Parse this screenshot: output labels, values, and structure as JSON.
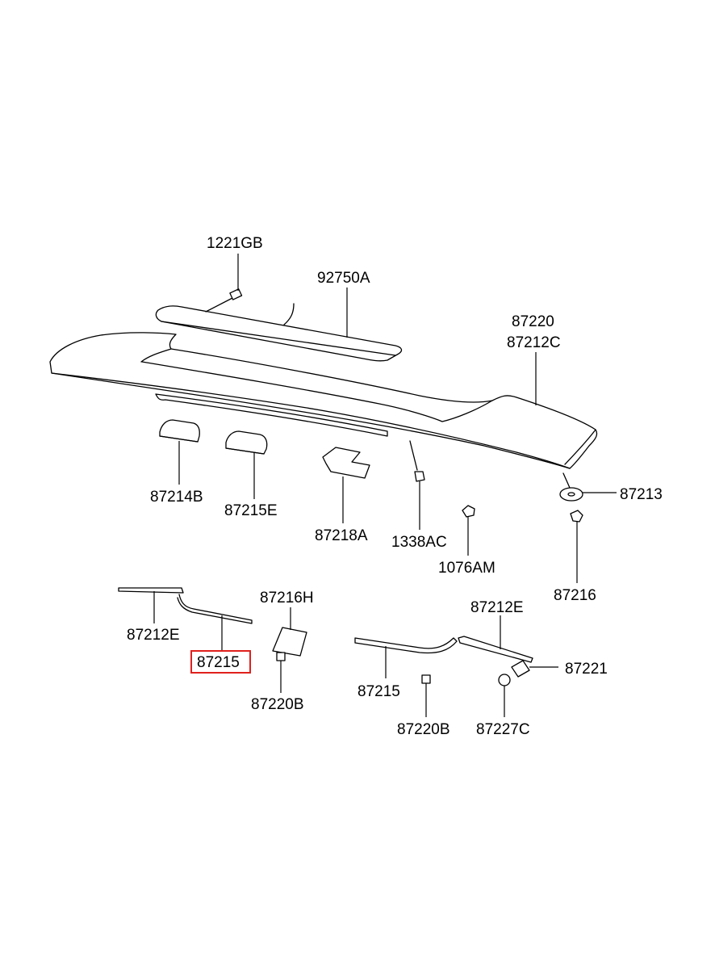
{
  "labels": {
    "l_1221GB": "1221GB",
    "l_92750A": "92750A",
    "l_87220_top": "87220",
    "l_87212C": "87212C",
    "l_87214B": "87214B",
    "l_87215E": "87215E",
    "l_87218A": "87218A",
    "l_1338AC": "1338AC",
    "l_1076AM": "1076AM",
    "l_87213": "87213",
    "l_87216": "87216",
    "l_87212E_left": "87212E",
    "l_87215_left": "87215",
    "l_87216H": "87216H",
    "l_87220B_left": "87220B",
    "l_87212E_right": "87212E",
    "l_87221": "87221",
    "l_87215_right": "87215",
    "l_87220B_right": "87220B",
    "l_87227C": "87227C"
  },
  "highlight": {
    "label_key": "l_87215_left",
    "color": "#e0201c"
  }
}
